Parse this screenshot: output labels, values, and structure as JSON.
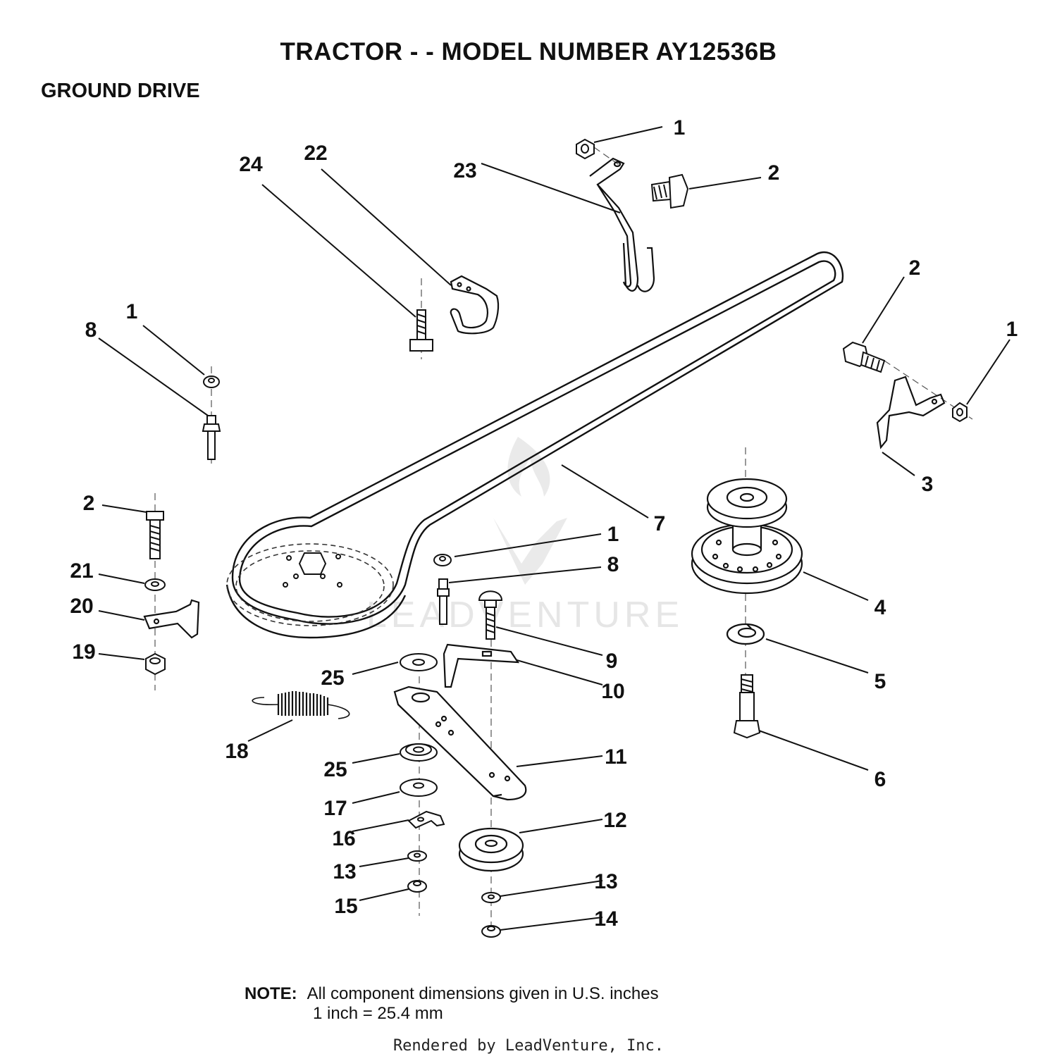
{
  "header": {
    "title": "TRACTOR - - MODEL NUMBER AY12536B",
    "section": "GROUND DRIVE"
  },
  "watermark": {
    "text": "LEADVENTURE",
    "color": "#e6e6e6"
  },
  "callouts": [
    {
      "id": "c1a",
      "label": "1"
    },
    {
      "id": "c23",
      "label": "23"
    },
    {
      "id": "c2a",
      "label": "2"
    },
    {
      "id": "c24",
      "label": "24"
    },
    {
      "id": "c22",
      "label": "22"
    },
    {
      "id": "c2b",
      "label": "2"
    },
    {
      "id": "c1b",
      "label": "1"
    },
    {
      "id": "c8a",
      "label": "8"
    },
    {
      "id": "c1c",
      "label": "1"
    },
    {
      "id": "c3",
      "label": "3"
    },
    {
      "id": "c7",
      "label": "7"
    },
    {
      "id": "c2c",
      "label": "2"
    },
    {
      "id": "c1d",
      "label": "1"
    },
    {
      "id": "c8b",
      "label": "8"
    },
    {
      "id": "c4",
      "label": "4"
    },
    {
      "id": "c21",
      "label": "21"
    },
    {
      "id": "c20",
      "label": "20"
    },
    {
      "id": "c19",
      "label": "19"
    },
    {
      "id": "c9",
      "label": "9"
    },
    {
      "id": "c10",
      "label": "10"
    },
    {
      "id": "c5",
      "label": "5"
    },
    {
      "id": "c25a",
      "label": "25"
    },
    {
      "id": "c18",
      "label": "18"
    },
    {
      "id": "c11",
      "label": "11"
    },
    {
      "id": "c6",
      "label": "6"
    },
    {
      "id": "c25b",
      "label": "25"
    },
    {
      "id": "c17",
      "label": "17"
    },
    {
      "id": "c12",
      "label": "12"
    },
    {
      "id": "c16",
      "label": "16"
    },
    {
      "id": "c13a",
      "label": "13"
    },
    {
      "id": "c13b",
      "label": "13"
    },
    {
      "id": "c15",
      "label": "15"
    },
    {
      "id": "c14",
      "label": "14"
    }
  ],
  "note": {
    "label": "NOTE:",
    "line1": "All component dimensions given in U.S. inches",
    "line2": "1 inch = 25.4 mm"
  },
  "footer": {
    "text": "Rendered by LeadVenture, Inc."
  }
}
